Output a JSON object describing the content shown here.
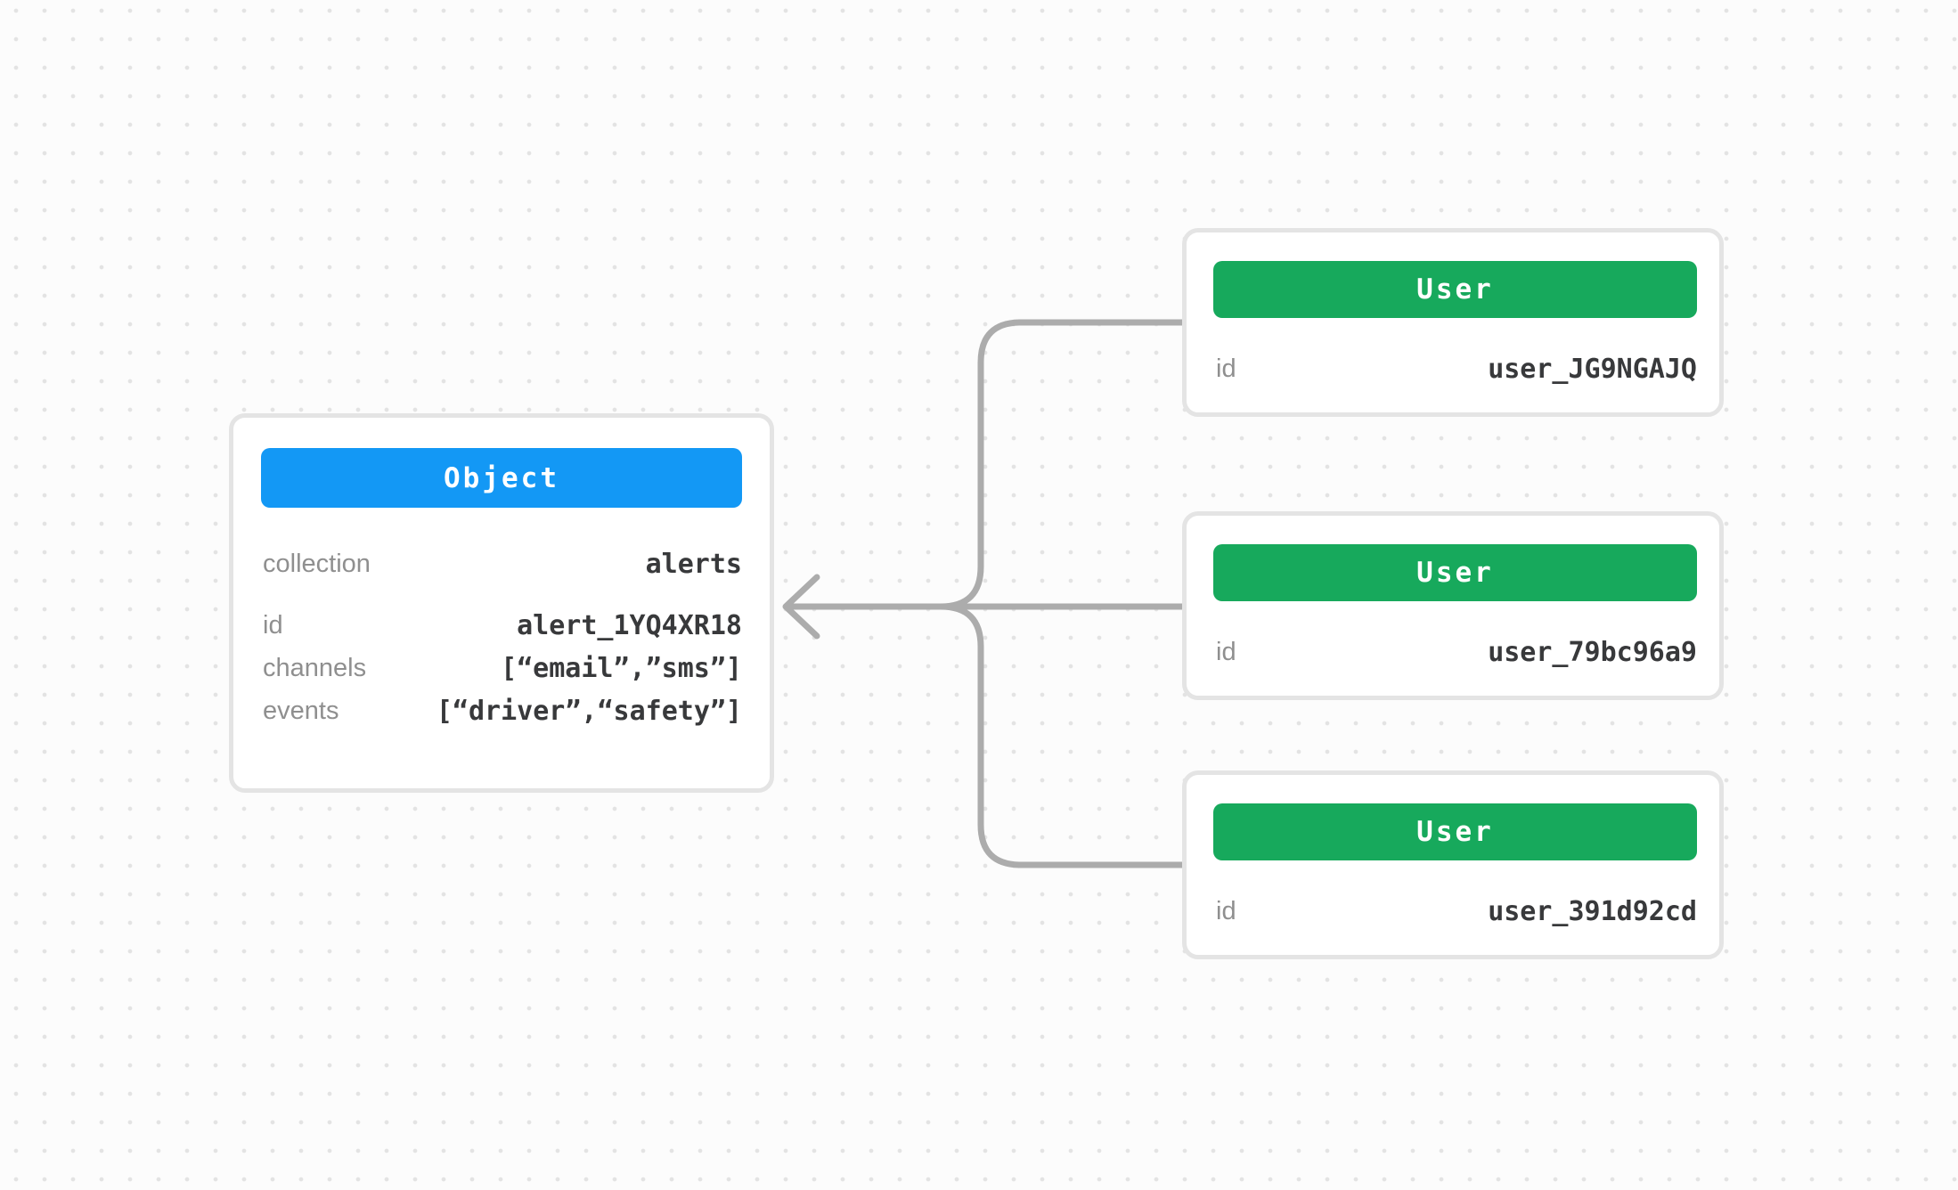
{
  "colors": {
    "bg": "#FCFCFC",
    "dot": "#E3E3E3",
    "card_border": "#E4E4E4",
    "connector": "#ACACAC",
    "blue": "#1398F5",
    "green": "#17A95C",
    "label": "#8F8F8F",
    "value": "#38393B"
  },
  "diagram": {
    "object_card": {
      "header_label": "Object",
      "rows": [
        {
          "label": "collection",
          "value": "alerts"
        },
        {
          "label": "id",
          "value": "alert_1YQ4XR18"
        },
        {
          "label": "channels",
          "value": "[“email”,”sms”]"
        },
        {
          "label": "events",
          "value": "[“driver”,“safety”]"
        }
      ]
    },
    "user_cards": [
      {
        "header_label": "User",
        "id_label": "id",
        "id_value": "user_JG9NGAJQ"
      },
      {
        "header_label": "User",
        "id_label": "id",
        "id_value": "user_79bc96a9"
      },
      {
        "header_label": "User",
        "id_label": "id",
        "id_value": "user_391d92cd"
      }
    ]
  }
}
